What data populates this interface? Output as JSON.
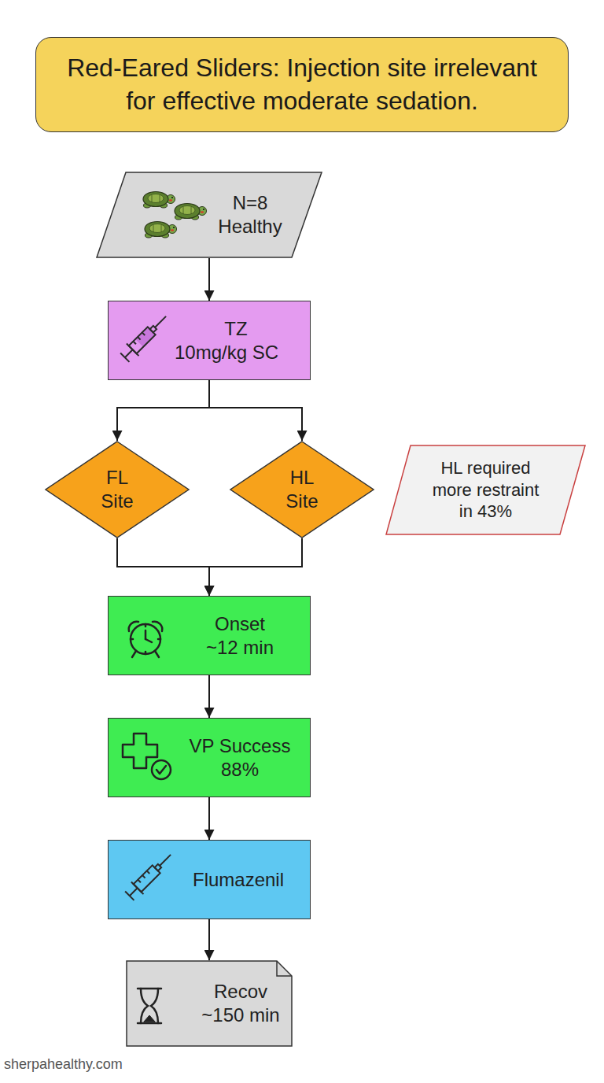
{
  "diagram": {
    "title": "Red-Eared Sliders: Injection site irrelevant for effective moderate sedation.",
    "nodes": [
      {
        "text": [
          "N=8 Healthy"
        ]
      },
      {
        "text": [
          "TZ 10mg/kg SC"
        ]
      },
      {
        "text": [
          "FL Site"
        ]
      },
      {
        "text": [
          "HL Site"
        ]
      },
      {
        "text": [
          "HL required more restraint in 43%"
        ]
      },
      {
        "text": [
          "Onset ~12 min"
        ]
      },
      {
        "text": [
          "VP Success 88%"
        ]
      },
      {
        "text": [
          "Flumazenil"
        ]
      },
      {
        "text": [
          "Recov ~150 min"
        ]
      }
    ],
    "edges": [
      {
        "from": 0,
        "to": 1,
        "arrow": "to"
      },
      {
        "from": 1,
        "to": 2,
        "arrow": "to"
      },
      {
        "from": 1,
        "to": 3,
        "arrow": "to"
      },
      {
        "from": 2,
        "to": 5,
        "arrow": "to"
      },
      {
        "from": 3,
        "to": 5,
        "arrow": "to"
      },
      {
        "from": 5,
        "to": 6,
        "arrow": "to"
      },
      {
        "from": 6,
        "to": 7,
        "arrow": "to"
      },
      {
        "from": 7,
        "to": 8,
        "arrow": "to"
      }
    ],
    "labels": [
      "sherpahealthy.com"
    ]
  }
}
